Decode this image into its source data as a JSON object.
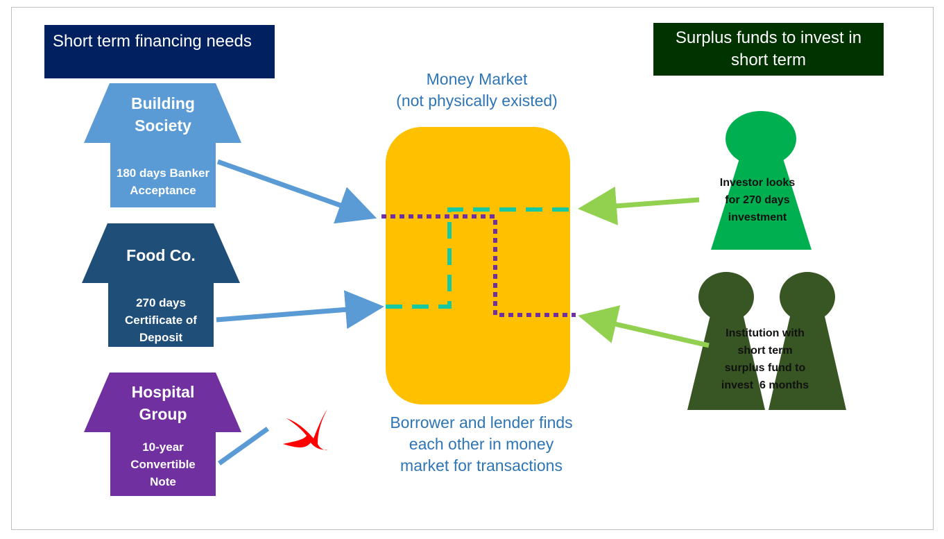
{
  "headers": {
    "left": "Short term financing needs",
    "right_line1": "Surplus funds to invest in",
    "right_line2": "short term"
  },
  "money_market": {
    "title_line1": "Money Market",
    "title_line2": "(not physically existed)",
    "caption_line1": "Borrower and lender finds",
    "caption_line2": "each other in money",
    "caption_line3": "market for transactions"
  },
  "borrowers": [
    {
      "title_line1": "Building",
      "title_line2": "Society",
      "detail_line1": "180 days Banker",
      "detail_line2": "Acceptance",
      "detail_line3": ""
    },
    {
      "title_line1": "Food Co.",
      "title_line2": "",
      "detail_line1": "270 days",
      "detail_line2": "Certificate of",
      "detail_line3": "Deposit"
    },
    {
      "title_line1": "Hospital",
      "title_line2": "Group",
      "detail_line1": "10-year",
      "detail_line2": "Convertible",
      "detail_line3": "Note"
    }
  ],
  "lenders": [
    {
      "line1": "Investor looks",
      "line2": "for 270 days",
      "line3": "investment",
      "line4": ""
    },
    {
      "line1": "Institution with",
      "line2": "short term",
      "line3": "surplus fund to",
      "line4": "invest  6 months"
    }
  ],
  "colors": {
    "building_society": "#5b9bd5",
    "food_co": "#1f4e79",
    "hospital_group": "#7030a0",
    "header_left": "#002060",
    "header_right": "#003300",
    "money_market_box": "#ffc000",
    "investor": "#00b050",
    "institution": "#375623",
    "borrower_arrow": "#5b9bd5",
    "lender_arrow": "#92d050",
    "purple_path": "#7030a0",
    "teal_path": "#17c9a0",
    "reject_mark": "#ff0000",
    "center_text": "#2e75b6"
  },
  "icons": {
    "reject": "cross-mark-icon"
  }
}
